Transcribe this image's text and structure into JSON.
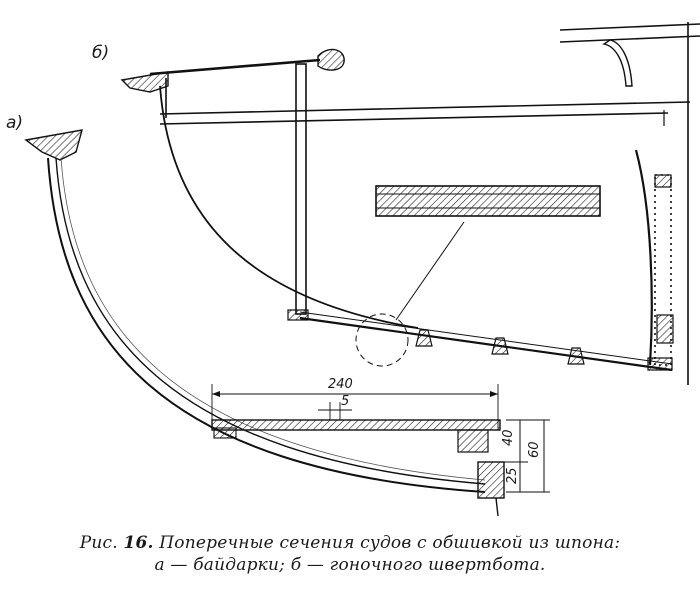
{
  "labels": {
    "section_a": "а)",
    "section_b": "б)"
  },
  "dimensions": {
    "width_240": "240",
    "gap_5": "5",
    "depth_40": "40",
    "depth_60": "60",
    "depth_25": "25"
  },
  "caption": {
    "prefix": "Рис.",
    "number": "16.",
    "line1_rest": "Поперечные сечения судов с обшивкой из шпона:",
    "line2": "а — байдарки; б — гоночного швертбота."
  }
}
